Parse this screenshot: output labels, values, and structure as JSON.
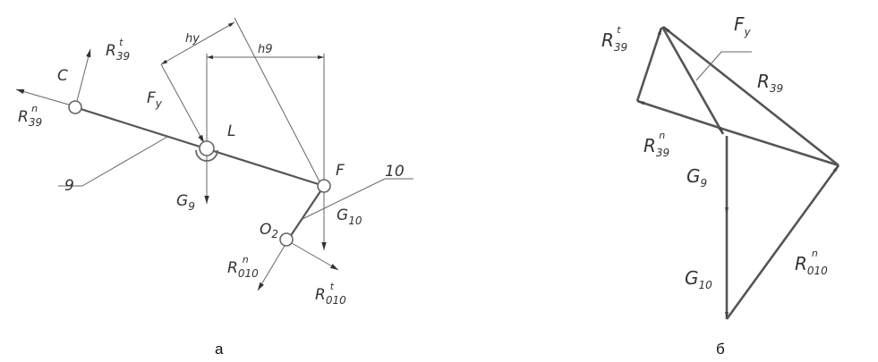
{
  "scheme_a": {
    "caption": "а",
    "points": {
      "C": "C",
      "L": "L",
      "F": "F",
      "O2_main": "O",
      "O2_sub": "2"
    },
    "links": {
      "link9": "9",
      "link10": "10"
    },
    "dimensions": {
      "hy": "hy",
      "h9": "h9"
    },
    "forces": {
      "R39t": {
        "main": "R",
        "sub": "39",
        "sup": "t"
      },
      "R39n": {
        "main": "R",
        "sub": "39",
        "sup": "n"
      },
      "Fy": {
        "main": "F",
        "sub": "y"
      },
      "G9": {
        "main": "G",
        "sub": "9"
      },
      "G10": {
        "main": "G",
        "sub": "10"
      },
      "R010n": {
        "main": "R",
        "sub": "010",
        "sup": "n"
      },
      "R010t": {
        "main": "R",
        "sub": "010",
        "sup": "t"
      }
    }
  },
  "scheme_b": {
    "caption": "б",
    "forces": {
      "R39t": {
        "main": "R",
        "sub": "39",
        "sup": "t"
      },
      "Fy": {
        "main": "F",
        "sub": "y"
      },
      "R39": {
        "main": "R",
        "sub": "39"
      },
      "R39n": {
        "main": "R",
        "sub": "39",
        "sup": "n"
      },
      "G9": {
        "main": "G",
        "sub": "9"
      },
      "G10": {
        "main": "G",
        "sub": "10"
      },
      "R010n": {
        "main": "R",
        "sub": "010",
        "sup": "n"
      }
    }
  }
}
